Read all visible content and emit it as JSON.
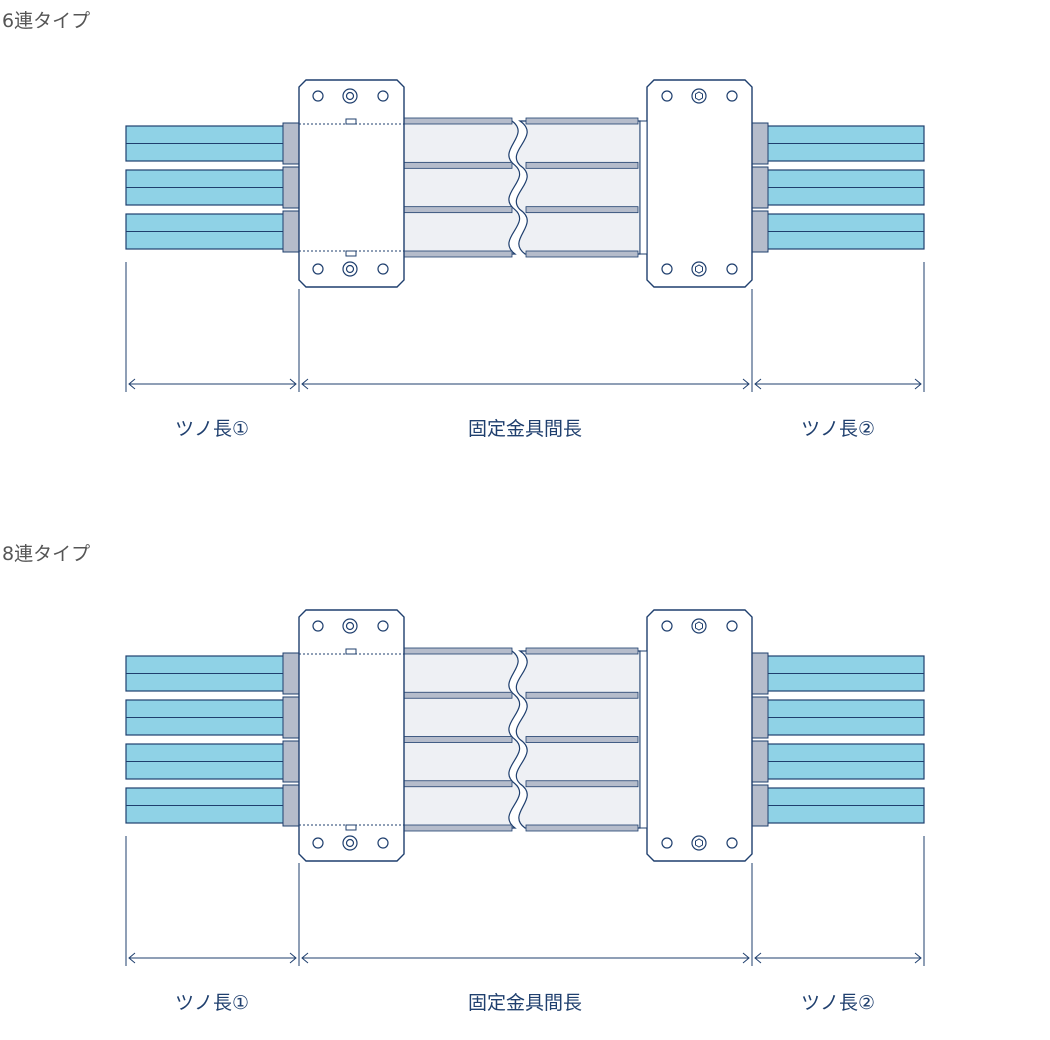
{
  "colors": {
    "outline": "#1f3f6e",
    "arm": "#8fd2e6",
    "body": "#eef0f4",
    "rail": "#b5bccb",
    "bracket": "#ffffff",
    "title": "#555555"
  },
  "sections": [
    {
      "title": "6連タイプ",
      "arm_groups": 3,
      "labels": {
        "left": "ツノ長①",
        "middle": "固定金具間長",
        "right": "ツノ長②"
      }
    },
    {
      "title": "8連タイプ",
      "arm_groups": 4,
      "labels": {
        "left": "ツノ長①",
        "middle": "固定金具間長",
        "right": "ツノ長②"
      }
    }
  ]
}
